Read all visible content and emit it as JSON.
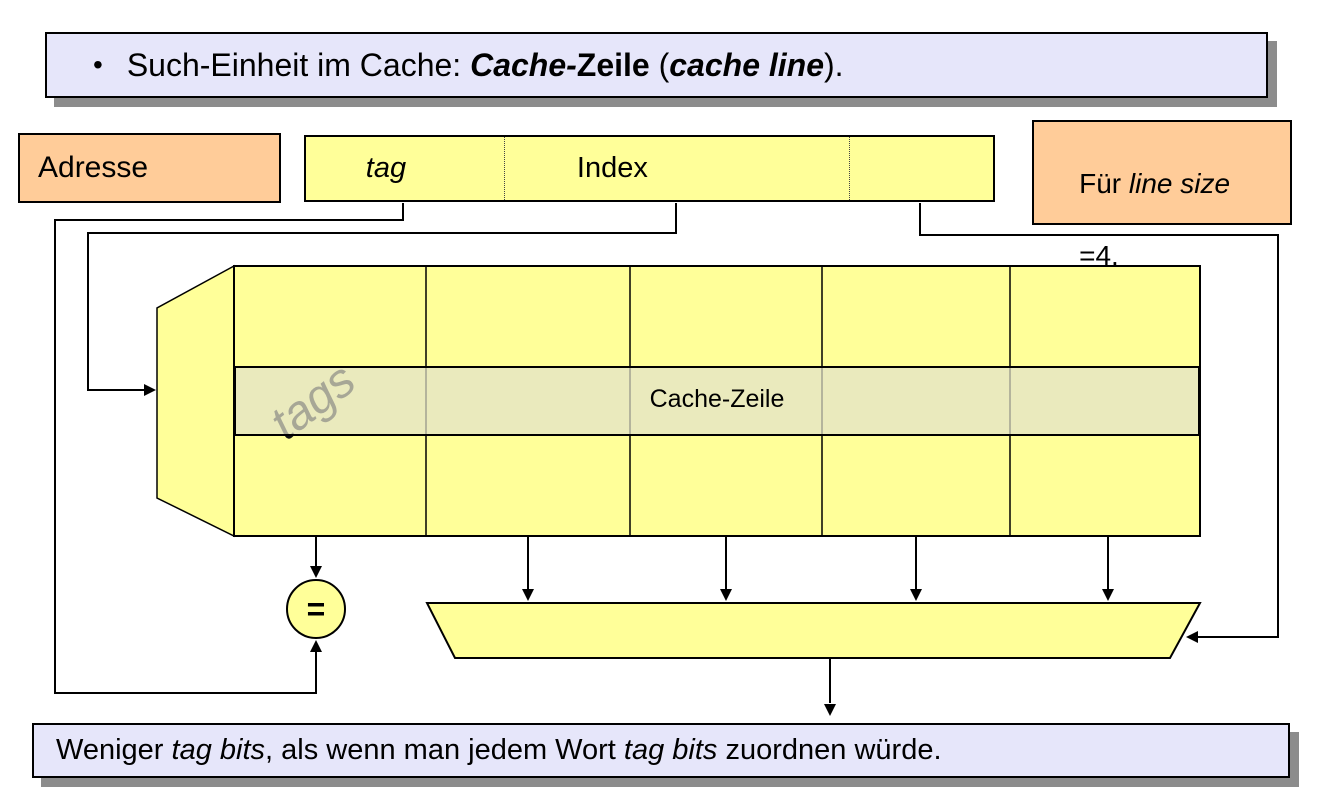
{
  "title": {
    "bullet": "•",
    "segments": [
      "Such-Einheit im Cache: ",
      "Cache-",
      "Zeile",
      " (",
      "cache line",
      ")."
    ]
  },
  "address": {
    "source_label": "Adresse",
    "fields": {
      "tag": "tag",
      "index": "Index",
      "offset": ""
    }
  },
  "note_box": {
    "segments": [
      "Für ",
      "line size"
    ],
    "line2": "=4."
  },
  "cache": {
    "tags_label": "tags",
    "line_label": "Cache-Zeile",
    "comparator": "="
  },
  "footer": {
    "segments": [
      "Weniger ",
      "tag bits",
      ", als wenn man jedem Wort ",
      "tag bits",
      " zuordnen würde."
    ]
  },
  "colors": {
    "box_yellow": "#ffff99",
    "box_peach": "#ffcc99",
    "box_lavender": "#e6e6fa",
    "highlight_row": "#ebebc6",
    "shadow_gray": "#8c8c8c"
  }
}
